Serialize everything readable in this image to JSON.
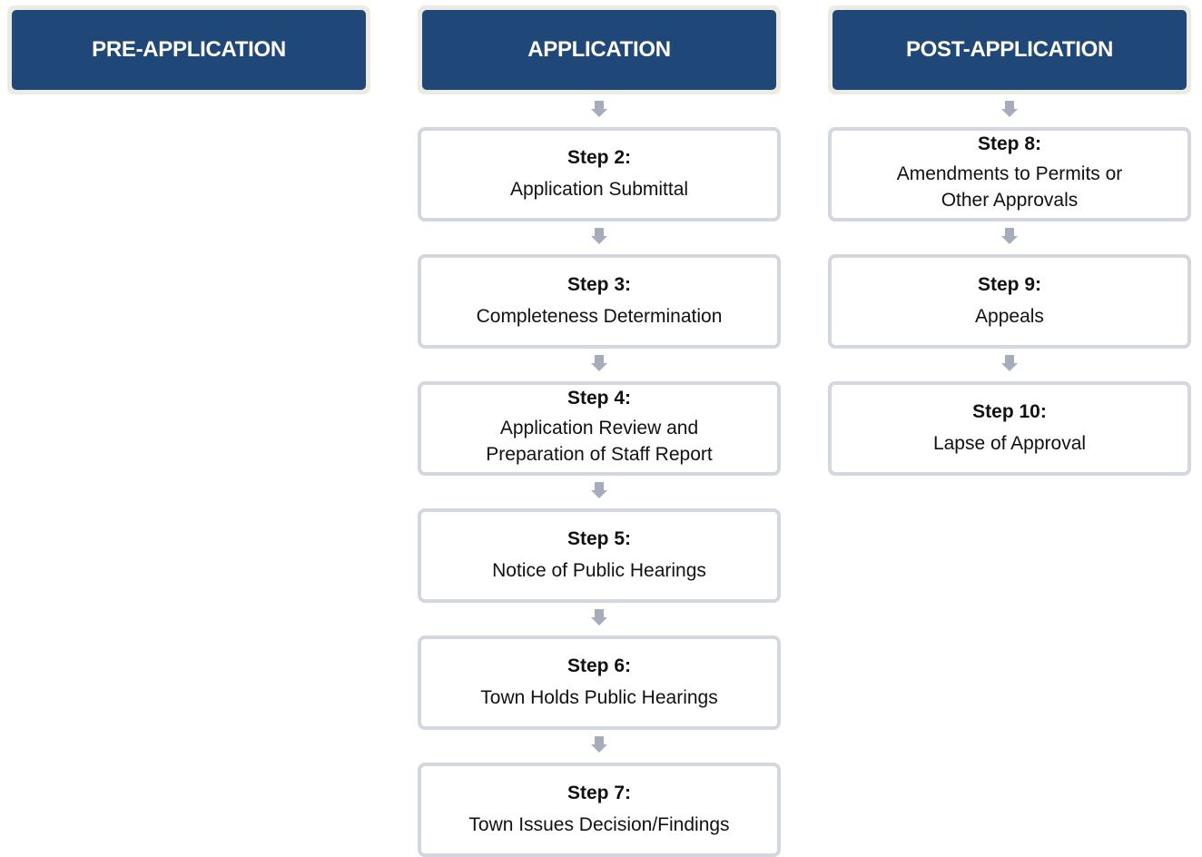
{
  "phases": {
    "pre": {
      "label": "PRE-APPLICATION"
    },
    "app": {
      "label": "APPLICATION",
      "steps": [
        {
          "title": "Step 2:",
          "description": "Application Submittal"
        },
        {
          "title": "Step 3:",
          "description": "Completeness Determination"
        },
        {
          "title": "Step 4:",
          "description": "Application Review and\nPreparation of Staff Report"
        },
        {
          "title": "Step 5:",
          "description": "Notice of Public Hearings"
        },
        {
          "title": "Step 6:",
          "description": "Town Holds Public Hearings"
        },
        {
          "title": "Step 7:",
          "description": "Town Issues Decision/Findings"
        }
      ]
    },
    "post": {
      "label": "POST-APPLICATION",
      "steps": [
        {
          "title": "Step 8:",
          "description": "Amendments to Permits or\nOther Approvals"
        },
        {
          "title": "Step 9:",
          "description": "Appeals"
        },
        {
          "title": "Step 10:",
          "description": "Lapse of Approval"
        }
      ]
    }
  },
  "colors": {
    "header_fill": "#1f4879",
    "header_frame": "#edeae2",
    "step_border": "#d4d7de",
    "arrow": "#a6adba"
  }
}
